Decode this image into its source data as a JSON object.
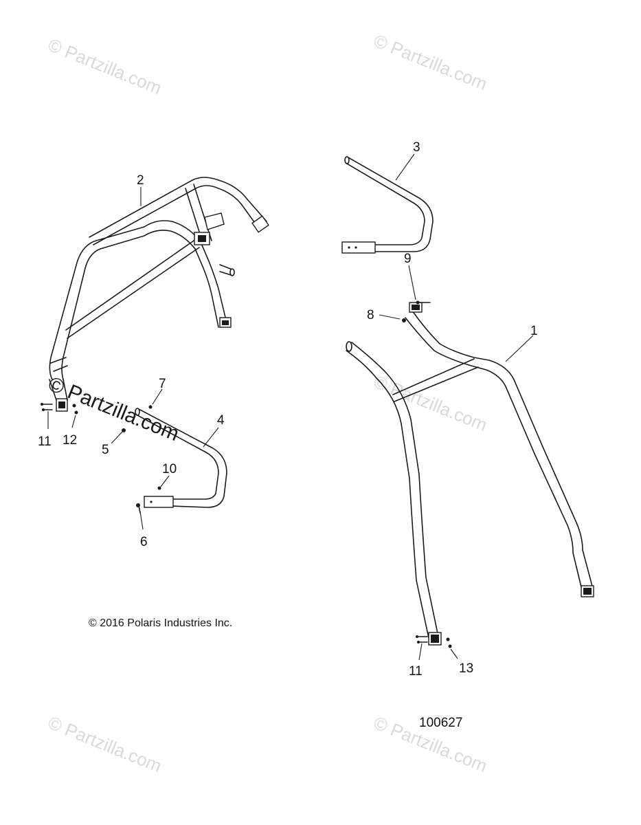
{
  "watermarks": [
    "© Partzilla.com",
    "© Partzilla.com",
    "© Partzilla.com",
    "© Partzilla.com",
    "© Partzilla.com",
    "© Partzilla.com"
  ],
  "callouts": {
    "c1": "1",
    "c2": "2",
    "c3": "3",
    "c4": "4",
    "c5": "5",
    "c6": "6",
    "c7": "7",
    "c8": "8",
    "c9": "9",
    "c10": "10",
    "c11_left": "11",
    "c12": "12",
    "c11_right": "11",
    "c13": "13"
  },
  "copyright": "© 2016 Polaris Industries Inc.",
  "document_number": "100627"
}
